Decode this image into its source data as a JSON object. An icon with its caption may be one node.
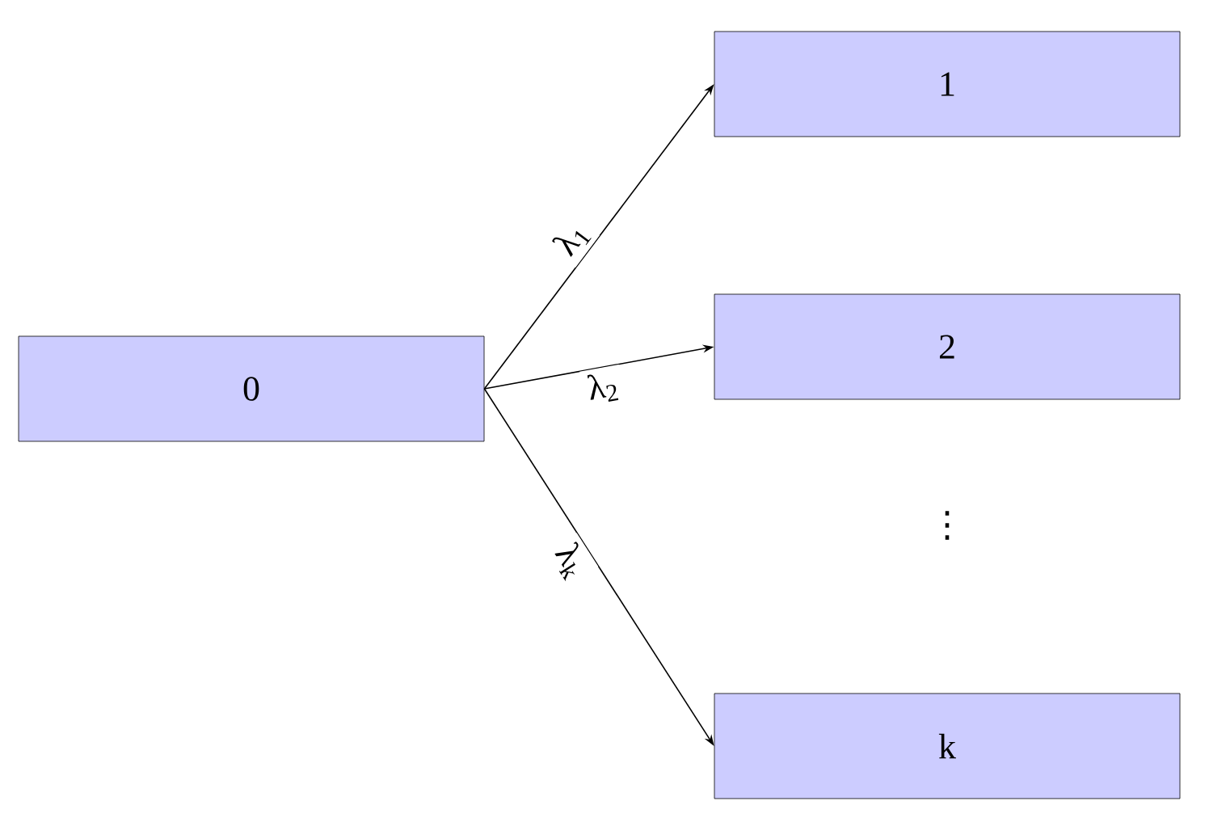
{
  "diagram": {
    "nodes": [
      {
        "text": [
          "0"
        ]
      },
      {
        "text": [
          "1"
        ]
      },
      {
        "text": [
          "2"
        ]
      },
      {
        "text": [
          "k"
        ]
      }
    ],
    "edges": [
      {
        "from": 0,
        "to": 1,
        "arrow": "to",
        "label": "λ$_{1}$"
      },
      {
        "from": 0,
        "to": 2,
        "arrow": "to",
        "label": "λ$_{2}$"
      },
      {
        "from": 0,
        "to": 3,
        "arrow": "to",
        "label": "λ$_{k}$"
      }
    ],
    "labels": [
      "⋮"
    ]
  }
}
